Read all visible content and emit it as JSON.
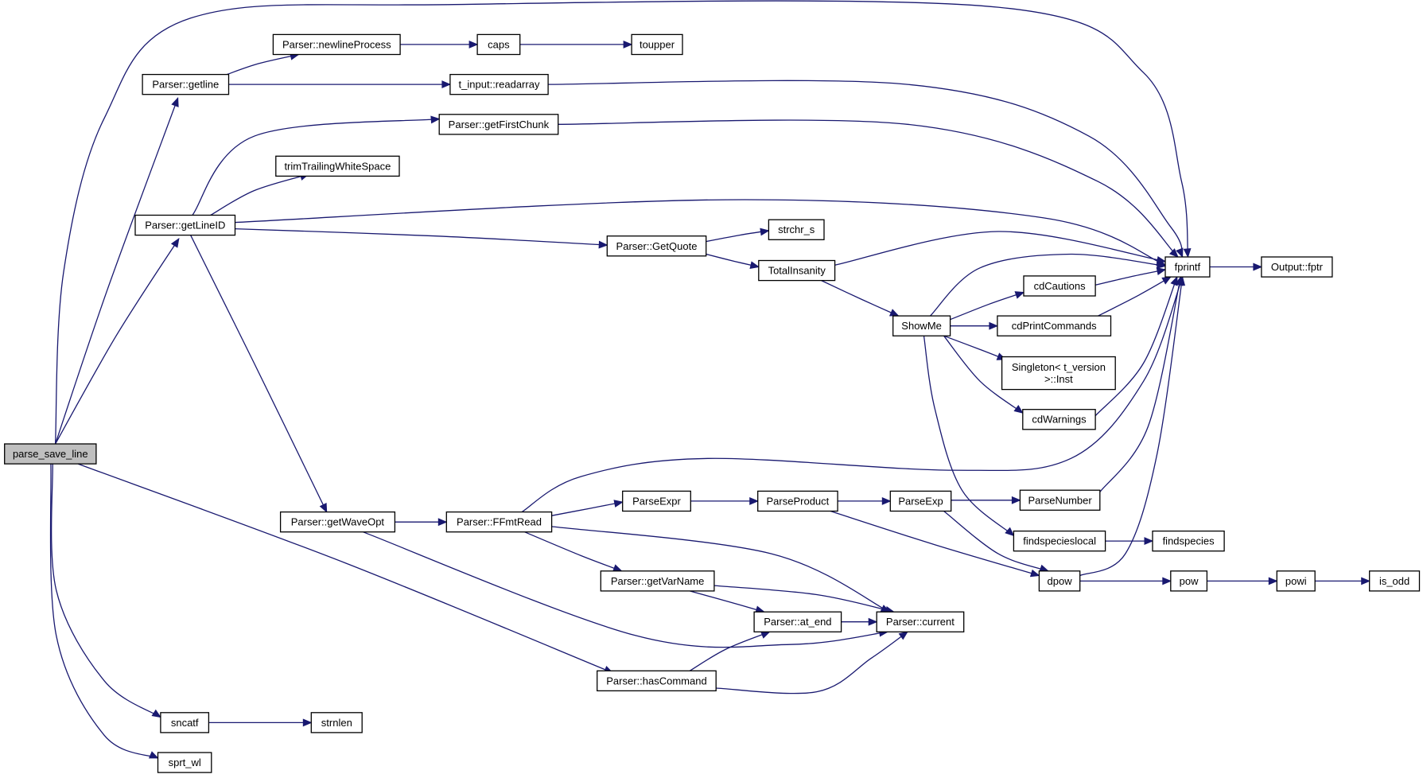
{
  "graph": {
    "nodes": [
      {
        "id": "parse_save_line",
        "label": "parse_save_line",
        "root": true
      },
      {
        "id": "getline",
        "label": "Parser::getline"
      },
      {
        "id": "newlineProcess",
        "label": "Parser::newlineProcess"
      },
      {
        "id": "caps",
        "label": "caps"
      },
      {
        "id": "toupper",
        "label": "toupper"
      },
      {
        "id": "readarray",
        "label": "t_input::readarray"
      },
      {
        "id": "getFirstChunk",
        "label": "Parser::getFirstChunk"
      },
      {
        "id": "trimTrailingWhiteSpace",
        "label": "trimTrailingWhiteSpace"
      },
      {
        "id": "getLineID",
        "label": "Parser::getLineID"
      },
      {
        "id": "strchr_s",
        "label": "strchr_s"
      },
      {
        "id": "GetQuote",
        "label": "Parser::GetQuote"
      },
      {
        "id": "TotalInsanity",
        "label": "TotalInsanity"
      },
      {
        "id": "fprintf",
        "label": "fprintf"
      },
      {
        "id": "fptr",
        "label": "Output::fptr"
      },
      {
        "id": "cdCautions",
        "label": "cdCautions"
      },
      {
        "id": "ShowMe",
        "label": "ShowMe"
      },
      {
        "id": "cdPrintCommands",
        "label": "cdPrintCommands"
      },
      {
        "id": "Singleton",
        "label": "Singleton< t_version\n>::Inst"
      },
      {
        "id": "cdWarnings",
        "label": "cdWarnings"
      },
      {
        "id": "ParseExpr",
        "label": "ParseExpr"
      },
      {
        "id": "ParseProduct",
        "label": "ParseProduct"
      },
      {
        "id": "ParseExp",
        "label": "ParseExp"
      },
      {
        "id": "ParseNumber",
        "label": "ParseNumber"
      },
      {
        "id": "getWaveOpt",
        "label": "Parser::getWaveOpt"
      },
      {
        "id": "FFmtRead",
        "label": "Parser::FFmtRead"
      },
      {
        "id": "findspecieslocal",
        "label": "findspecieslocal"
      },
      {
        "id": "findspecies",
        "label": "findspecies"
      },
      {
        "id": "dpow",
        "label": "dpow"
      },
      {
        "id": "pow",
        "label": "pow"
      },
      {
        "id": "powi",
        "label": "powi"
      },
      {
        "id": "is_odd",
        "label": "is_odd"
      },
      {
        "id": "getVarName",
        "label": "Parser::getVarName"
      },
      {
        "id": "at_end",
        "label": "Parser::at_end"
      },
      {
        "id": "current",
        "label": "Parser::current"
      },
      {
        "id": "hasCommand",
        "label": "Parser::hasCommand"
      },
      {
        "id": "sncatf",
        "label": "sncatf"
      },
      {
        "id": "strnlen",
        "label": "strnlen"
      },
      {
        "id": "sprt_wl",
        "label": "sprt_wl"
      }
    ],
    "edges": [
      {
        "from": "parse_save_line",
        "to": "getline"
      },
      {
        "from": "parse_save_line",
        "to": "fprintf"
      },
      {
        "from": "parse_save_line",
        "to": "getLineID"
      },
      {
        "from": "parse_save_line",
        "to": "hasCommand"
      },
      {
        "from": "parse_save_line",
        "to": "sncatf"
      },
      {
        "from": "parse_save_line",
        "to": "sprt_wl"
      },
      {
        "from": "getline",
        "to": "newlineProcess"
      },
      {
        "from": "getline",
        "to": "readarray"
      },
      {
        "from": "newlineProcess",
        "to": "caps"
      },
      {
        "from": "caps",
        "to": "toupper"
      },
      {
        "from": "readarray",
        "to": "fprintf"
      },
      {
        "from": "getFirstChunk",
        "to": "fprintf"
      },
      {
        "from": "getLineID",
        "to": "getFirstChunk"
      },
      {
        "from": "getLineID",
        "to": "trimTrailingWhiteSpace"
      },
      {
        "from": "getLineID",
        "to": "fprintf"
      },
      {
        "from": "getLineID",
        "to": "GetQuote"
      },
      {
        "from": "getLineID",
        "to": "getWaveOpt"
      },
      {
        "from": "GetQuote",
        "to": "strchr_s"
      },
      {
        "from": "GetQuote",
        "to": "TotalInsanity"
      },
      {
        "from": "TotalInsanity",
        "to": "fprintf"
      },
      {
        "from": "TotalInsanity",
        "to": "ShowMe"
      },
      {
        "from": "ShowMe",
        "to": "fprintf"
      },
      {
        "from": "ShowMe",
        "to": "cdCautions"
      },
      {
        "from": "ShowMe",
        "to": "cdPrintCommands"
      },
      {
        "from": "ShowMe",
        "to": "Singleton"
      },
      {
        "from": "ShowMe",
        "to": "cdWarnings"
      },
      {
        "from": "ShowMe",
        "to": "findspecieslocal"
      },
      {
        "from": "cdCautions",
        "to": "fprintf"
      },
      {
        "from": "cdPrintCommands",
        "to": "fprintf"
      },
      {
        "from": "cdWarnings",
        "to": "fprintf"
      },
      {
        "from": "fprintf",
        "to": "fptr"
      },
      {
        "from": "getWaveOpt",
        "to": "FFmtRead"
      },
      {
        "from": "getWaveOpt",
        "to": "current"
      },
      {
        "from": "FFmtRead",
        "to": "fprintf"
      },
      {
        "from": "FFmtRead",
        "to": "ParseExpr"
      },
      {
        "from": "FFmtRead",
        "to": "getVarName"
      },
      {
        "from": "FFmtRead",
        "to": "current"
      },
      {
        "from": "ParseExpr",
        "to": "ParseProduct"
      },
      {
        "from": "ParseProduct",
        "to": "ParseExp"
      },
      {
        "from": "ParseProduct",
        "to": "dpow"
      },
      {
        "from": "ParseExp",
        "to": "ParseNumber"
      },
      {
        "from": "ParseExp",
        "to": "dpow"
      },
      {
        "from": "ParseNumber",
        "to": "fprintf"
      },
      {
        "from": "findspecieslocal",
        "to": "findspecies"
      },
      {
        "from": "dpow",
        "to": "fprintf"
      },
      {
        "from": "dpow",
        "to": "pow"
      },
      {
        "from": "pow",
        "to": "powi"
      },
      {
        "from": "powi",
        "to": "is_odd"
      },
      {
        "from": "getVarName",
        "to": "at_end"
      },
      {
        "from": "getVarName",
        "to": "current"
      },
      {
        "from": "at_end",
        "to": "current"
      },
      {
        "from": "hasCommand",
        "to": "at_end"
      },
      {
        "from": "hasCommand",
        "to": "current"
      },
      {
        "from": "sncatf",
        "to": "strnlen"
      }
    ]
  }
}
